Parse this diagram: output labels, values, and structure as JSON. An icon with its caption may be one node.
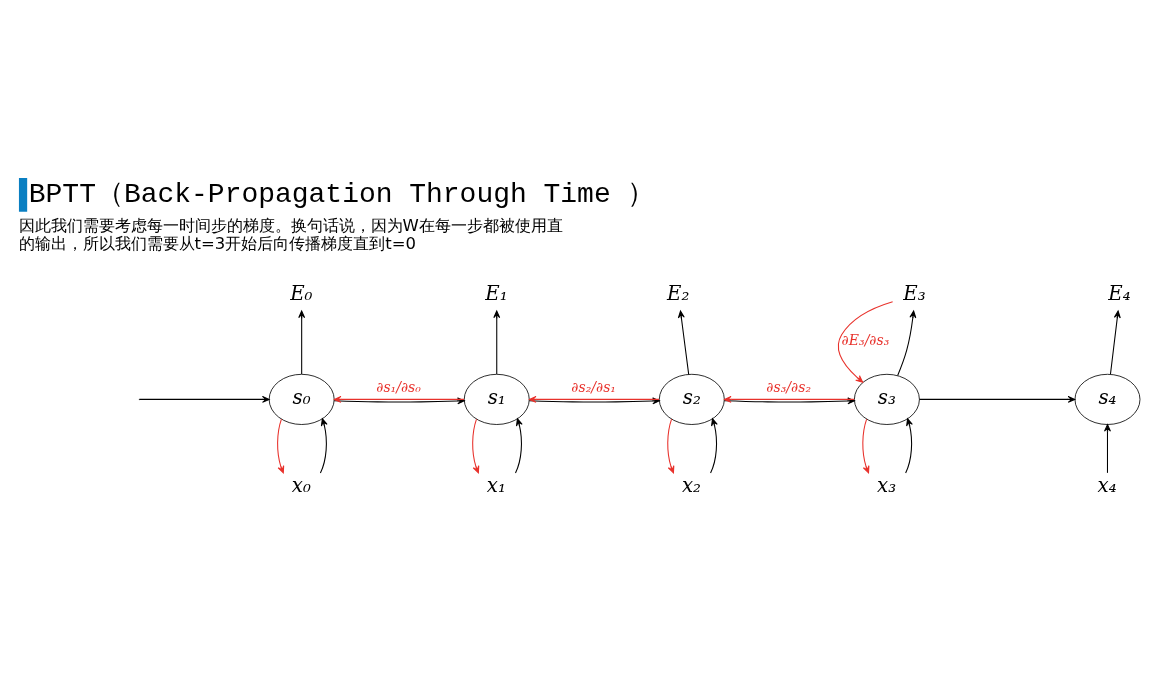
{
  "diagram": {
    "title": "BPTT（Back-Propagation Through Time ）",
    "nodes": [
      {
        "text": [
          "E₀"
        ]
      },
      {
        "text": [
          "E₁"
        ]
      },
      {
        "text": [
          "E₂"
        ]
      },
      {
        "text": [
          "E₃"
        ]
      },
      {
        "text": [
          "E₄"
        ]
      },
      {
        "text": [
          "s₀"
        ]
      },
      {
        "text": [
          "s₁"
        ]
      },
      {
        "text": [
          "s₂"
        ]
      },
      {
        "text": [
          "s₃"
        ]
      },
      {
        "text": [
          "s₄"
        ]
      },
      {
        "text": [
          "x₀"
        ]
      },
      {
        "text": [
          "x₁"
        ]
      },
      {
        "text": [
          "x₂"
        ]
      },
      {
        "text": [
          "x₃"
        ]
      },
      {
        "text": [
          "x₄"
        ]
      }
    ],
    "edges": [
      {
        "from": null,
        "to": 5,
        "arrow": "to"
      },
      {
        "from": 5,
        "to": 6,
        "arrow": "to"
      },
      {
        "from": 6,
        "to": 7,
        "arrow": "to"
      },
      {
        "from": 7,
        "to": 8,
        "arrow": "to"
      },
      {
        "from": 8,
        "to": 9,
        "arrow": "to"
      },
      {
        "from": 5,
        "to": 0,
        "arrow": "to"
      },
      {
        "from": 6,
        "to": 1,
        "arrow": "to"
      },
      {
        "from": 7,
        "to": 2,
        "arrow": "to"
      },
      {
        "from": 8,
        "to": 3,
        "arrow": "to"
      },
      {
        "from": 9,
        "to": 4,
        "arrow": "to"
      },
      {
        "from": 10,
        "to": 5,
        "arrow": "to"
      },
      {
        "from": 11,
        "to": 6,
        "arrow": "to"
      },
      {
        "from": 12,
        "to": 7,
        "arrow": "to"
      },
      {
        "from": 13,
        "to": 8,
        "arrow": "to"
      },
      {
        "from": 14,
        "to": 9,
        "arrow": "to"
      },
      {
        "from": 6,
        "to": 5,
        "arrow": "to",
        "label": "∂s₁/∂s₀",
        "color": "#e8312b"
      },
      {
        "from": 7,
        "to": 6,
        "arrow": "to",
        "label": "∂s₂/∂s₁",
        "color": "#e8312b"
      },
      {
        "from": 8,
        "to": 7,
        "arrow": "to",
        "label": "∂s₃/∂s₂",
        "color": "#e8312b"
      },
      {
        "from": 3,
        "to": 8,
        "arrow": "to",
        "label": "∂E₃/∂s₃",
        "color": "#e8312b"
      },
      {
        "from": 5,
        "to": 10,
        "arrow": "to",
        "color": "#e8312b"
      },
      {
        "from": 6,
        "to": 11,
        "arrow": "to",
        "color": "#e8312b"
      },
      {
        "from": 7,
        "to": 12,
        "arrow": "to",
        "color": "#e8312b"
      },
      {
        "from": 8,
        "to": 13,
        "arrow": "to",
        "color": "#e8312b"
      }
    ],
    "labels": [
      "因此我们需要考虑每一时间步的梯度。换句话说，因为W在每一步都被使用直的输出，所以我们需要从t=3开始后向传播梯度直到t=0"
    ]
  }
}
